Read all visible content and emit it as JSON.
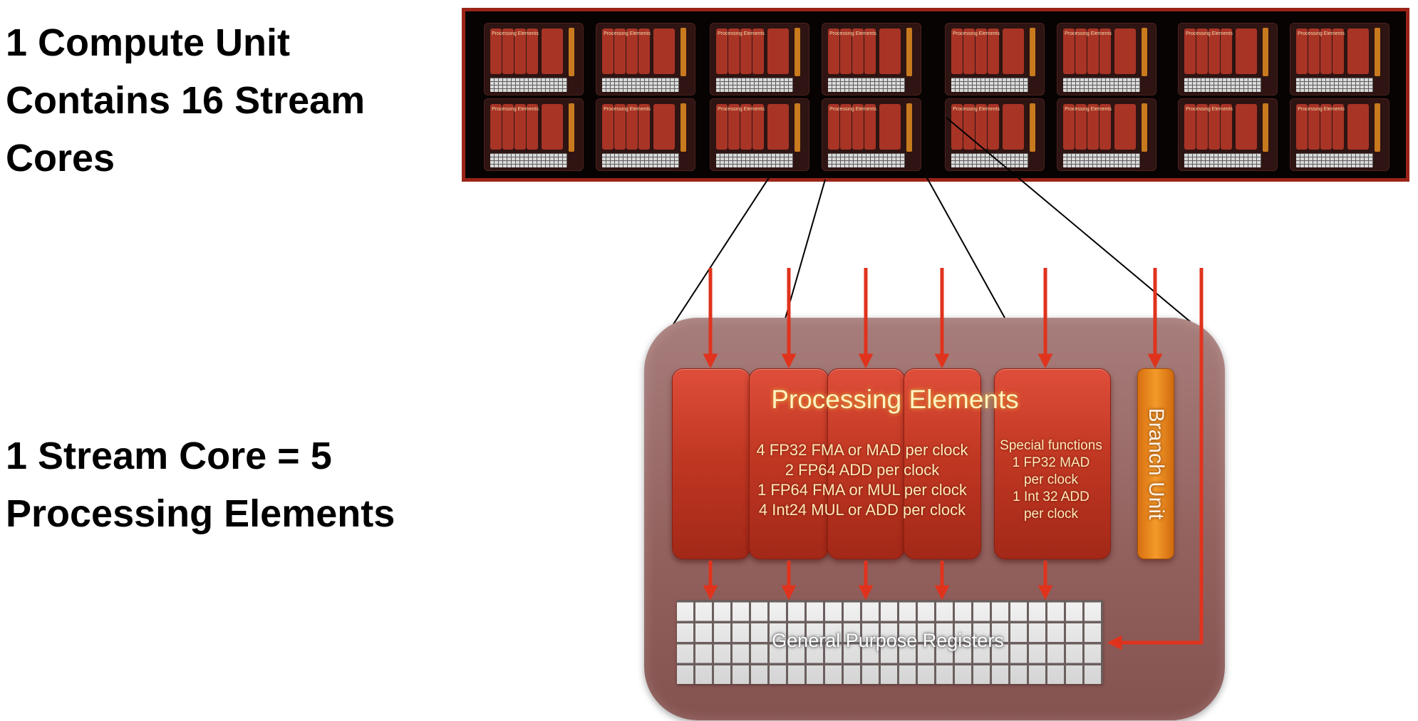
{
  "headings": {
    "compute_unit": "1 Compute Unit\nContains 16 Stream\nCores",
    "stream_core": "1 Stream Core = 5\nProcessing Elements"
  },
  "compute_unit_panel": {
    "mini_core_pe_label": "Processing Elements",
    "mini_core_count": 16
  },
  "stream_core": {
    "processing_elements_title": "Processing Elements",
    "pe_specs": [
      "4 FP32 FMA or MAD per clock",
      "2 FP64 ADD per clock",
      "1 FP64 FMA or MUL per clock",
      "4 Int24 MUL or ADD per clock"
    ],
    "special_functions": [
      "Special functions",
      "1 FP32 MAD",
      "per clock",
      "1 Int 32 ADD",
      "per clock"
    ],
    "branch_unit_label": "Branch Unit",
    "registers_label": "General Purpose Registers"
  },
  "colors": {
    "panel_border": "#9a2418",
    "processing_element": "#c13823",
    "branch_unit": "#f39a2a",
    "arrow": "#e0331d",
    "core_body": "#93625f",
    "register_cell": "#e6e6e6"
  }
}
